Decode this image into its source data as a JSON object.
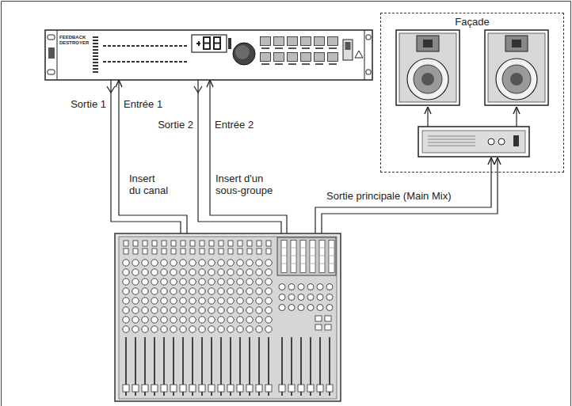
{
  "diagram": {
    "nodes": [
      {
        "text": [
          "Façade"
        ]
      }
    ],
    "labels": [
      "FEEDBACK DESTROYER",
      "Sortie 1",
      "Entrée 1",
      "Insert du canal",
      "Sortie 2",
      "Entrée 2",
      "Insert d'un sous-groupe",
      "Sortie principale (Main Mix)"
    ]
  }
}
